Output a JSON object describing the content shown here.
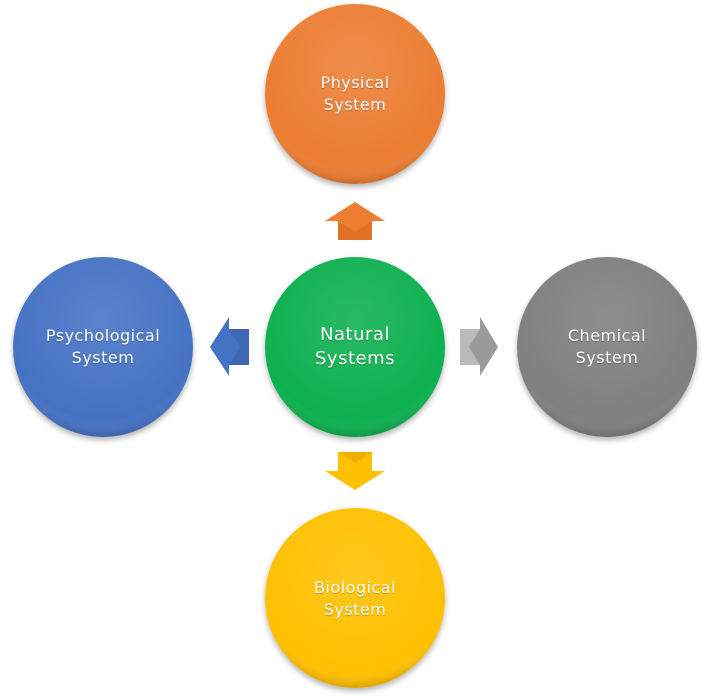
{
  "nodes": {
    "center": {
      "line1": "Natural",
      "line2": "Systems",
      "color": "#0AB04F"
    },
    "top": {
      "line1": "Physical",
      "line2": "System",
      "color": "#EC7D31"
    },
    "left": {
      "line1": "Psychological",
      "line2": "System",
      "color": "#4472C4"
    },
    "right": {
      "line1": "Chemical",
      "line2": "System",
      "color": "#7F7F7F"
    },
    "bottom": {
      "line1": "Biological",
      "line2": "System",
      "color": "#FFC000"
    }
  }
}
